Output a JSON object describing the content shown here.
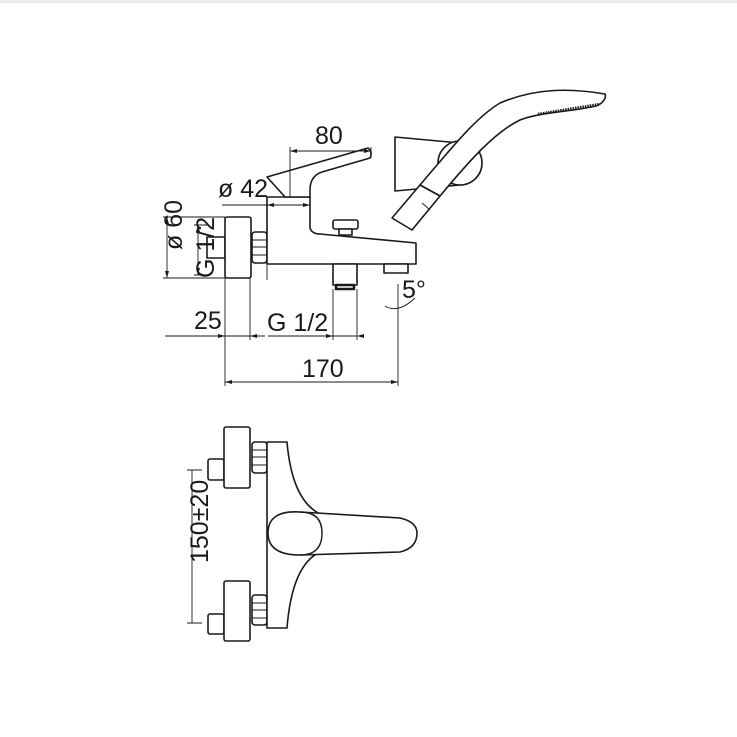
{
  "drawing": {
    "side_view": {
      "dim_handle_length": "80",
      "dim_body_diameter": "ø 42",
      "dim_flange_diameter": "ø 60",
      "dim_inlet_thread": "G 1/2",
      "dim_flange_depth": "25",
      "dim_shower_outlet_thread": "G 1/2",
      "dim_total_depth": "170",
      "dim_spout_angle": "5°"
    },
    "front_view": {
      "dim_inlet_spacing": "150±20"
    }
  }
}
